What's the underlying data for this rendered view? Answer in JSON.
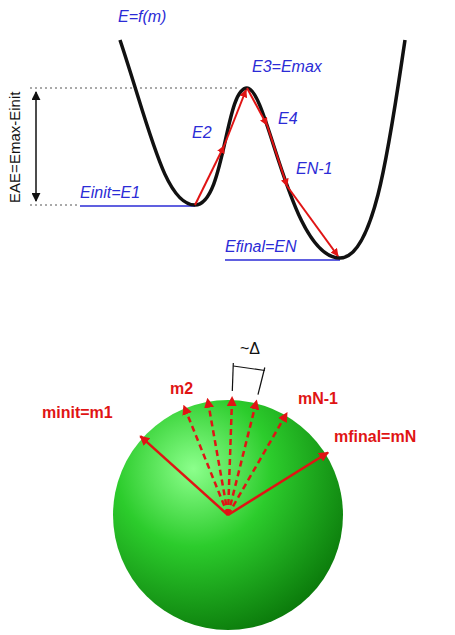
{
  "diagram": {
    "labels": [
      "E=f(m)",
      "EAE=Emax-Einit",
      "E3=Emax",
      "E2",
      "E4",
      "Einit=E1",
      "EN-1",
      "Efinal=EN",
      "~Δ",
      "minit=m1",
      "m2",
      "mN-1",
      "mfinal=mN"
    ]
  }
}
